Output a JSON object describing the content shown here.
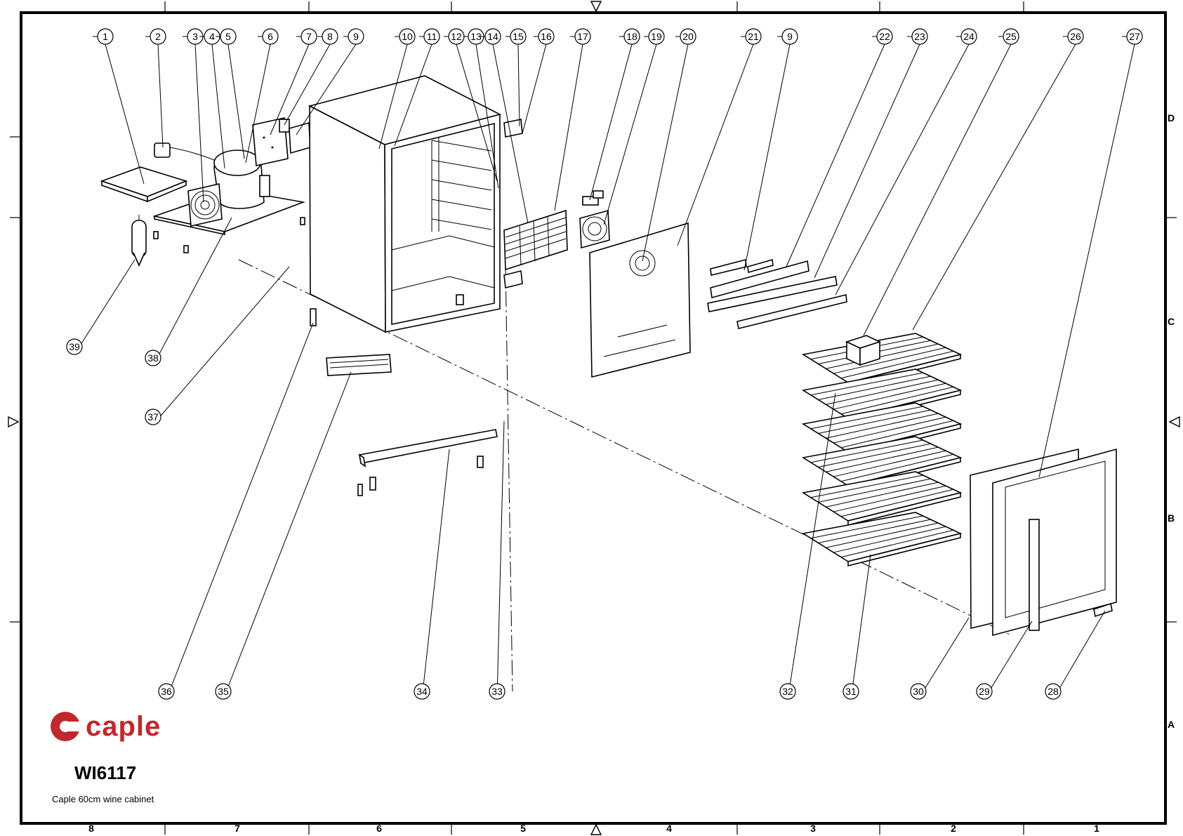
{
  "brand": {
    "name": "caple",
    "color": "#c0282d"
  },
  "model": {
    "number": "WI6117",
    "description": "Caple 60cm wine cabinet"
  },
  "border": {
    "columns": [
      "8",
      "7",
      "6",
      "5",
      "4",
      "3",
      "2",
      "1"
    ],
    "rows": [
      "D",
      "C",
      "B",
      "A"
    ]
  },
  "callouts": [
    "1",
    "2",
    "3",
    "4",
    "5",
    "6",
    "7",
    "8",
    "9",
    "10",
    "11",
    "12",
    "13",
    "14",
    "15",
    "16",
    "17",
    "18",
    "19",
    "20",
    "21",
    "9",
    "22",
    "23",
    "24",
    "25",
    "26",
    "27",
    "28",
    "29",
    "30",
    "31",
    "32",
    "33",
    "34",
    "35",
    "36",
    "37",
    "38",
    "39"
  ]
}
